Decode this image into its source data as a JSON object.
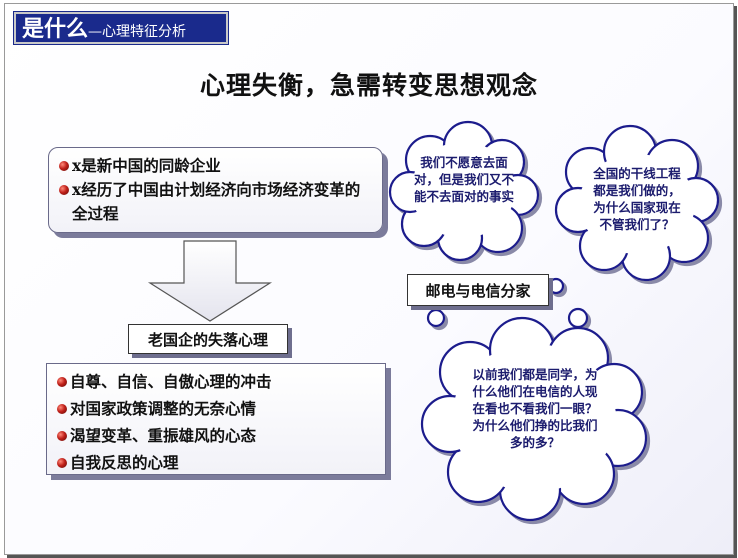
{
  "header": {
    "main": "是什么",
    "sub": "—心理特征分析"
  },
  "title": "心理失衡，急需转变思想观念",
  "top_box": {
    "items": [
      "x是新中国的同龄企业",
      "x经历了中国由计划经济向市场经济变革的全过程"
    ]
  },
  "old_soe_label": "老国企的失落心理",
  "bottom_box": {
    "items": [
      "自尊、自信、自傲心理的冲击",
      "对国家政策调整的无奈心情",
      "渴望变革、重振雄风的心态",
      "自我反思的心理"
    ]
  },
  "split_label": "邮电与电信分家",
  "bubbles": {
    "b1": "我们不愿意去面对，但是我们又不能不去面对的事实",
    "b2": "全国的干线工程都是我们做的，为什么国家现在不管我们了？",
    "b3": "以前我们都是同学，为什么他们在电信的人现在看也不看我们一眼？为什么他们挣的比我们多的多？"
  },
  "colors": {
    "header_bg": "#1a2a8c",
    "bubble_stroke": "#1a1a8c",
    "bullet": "#c0201a"
  }
}
